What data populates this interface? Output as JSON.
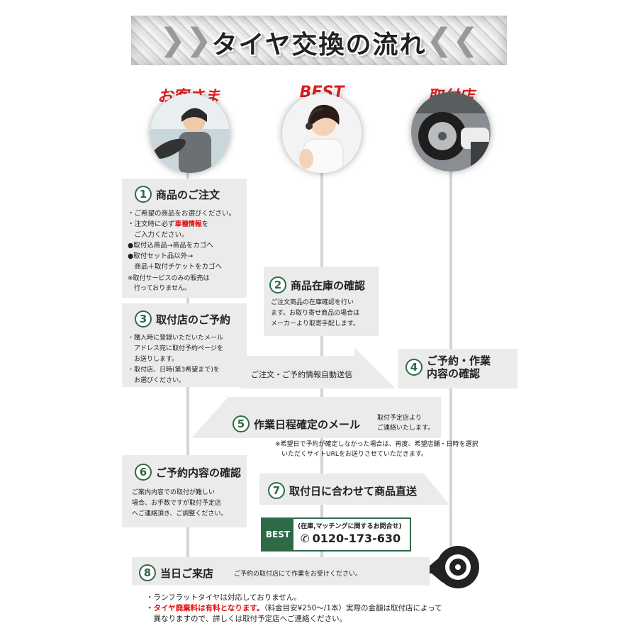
{
  "banner": {
    "title": "タイヤ交換の流れ"
  },
  "actors": [
    {
      "label": "お客さま",
      "icon": "driver-photo"
    },
    {
      "label": "BEST",
      "icon": "operator-photo"
    },
    {
      "label": "取付店",
      "icon": "tire-mechanic-photo"
    }
  ],
  "steps": {
    "s1": {
      "num": "1",
      "title": "商品のご注文",
      "lines": [
        "・ご希望の商品をお選びください。"
      ],
      "line2_pre": "・注文時に必ず",
      "line2_red": "車種情報",
      "line2_post": "を",
      "lines_b": [
        "　ご入力ください。",
        "●取付込商品→商品をカゴへ",
        "●取付セット品以外→",
        "　商品＋取付チケットをカゴへ"
      ],
      "note": "※取付サービスのみの販売は\n　行っておりません。"
    },
    "s2": {
      "num": "2",
      "title": "商品在庫の確認",
      "text": "ご注文商品の在庫確認を行い\nます。お取り寄せ商品の場合は\nメーカーより取寄手配します。"
    },
    "s3": {
      "num": "3",
      "title": "取付店のご予約",
      "text": "・購入時に登録いただいたメール\n　アドレス宛に取付予約ページを\n　お送りします。\n・取付店、日時(第3希望まで)を\n　お選びください。"
    },
    "auto_send": "ご注文・ご予約情報自動送信",
    "s4": {
      "num": "4",
      "title_l1": "ご予約・作業",
      "title_l2": "内容の確認"
    },
    "s5": {
      "num": "5",
      "title": "作業日程確定のメール",
      "side": "取付予定店より\nご連絡いたします。",
      "note": "※希望日で予約が確定しなかった場合は、再度、希望店舗・日時を選択\n　いただくサイトURLをお送りさせていただきます。"
    },
    "s6": {
      "num": "6",
      "title": "ご予約内容の確認",
      "text": "ご案内内容での取付が難しい\n場合、お手数ですが取付予定店\nへご連絡頂き、ご調整ください。"
    },
    "s7": {
      "num": "7",
      "title": "取付日に合わせて商品直送"
    },
    "s8": {
      "num": "8",
      "title": "当日ご来店",
      "text": "ご予約の取付店にて作業をお受けください。"
    }
  },
  "contact": {
    "logo": "BEST",
    "caption": "(在庫,マッチングに関するお問合せ)",
    "phone": "0120-173-630"
  },
  "footer": {
    "l1": "・ランフラットタイヤは対応しておりません。",
    "l2_red": "・タイヤ廃棄料は有料となります。",
    "l2_post": "（料金目安¥250～/1本）実際の金額は取付店によって",
    "l3": "　異なりますので、詳しくは取付予定店へご連絡ください。"
  },
  "colors": {
    "accent_green": "#2e6a46",
    "accent_red": "#d11"
  }
}
